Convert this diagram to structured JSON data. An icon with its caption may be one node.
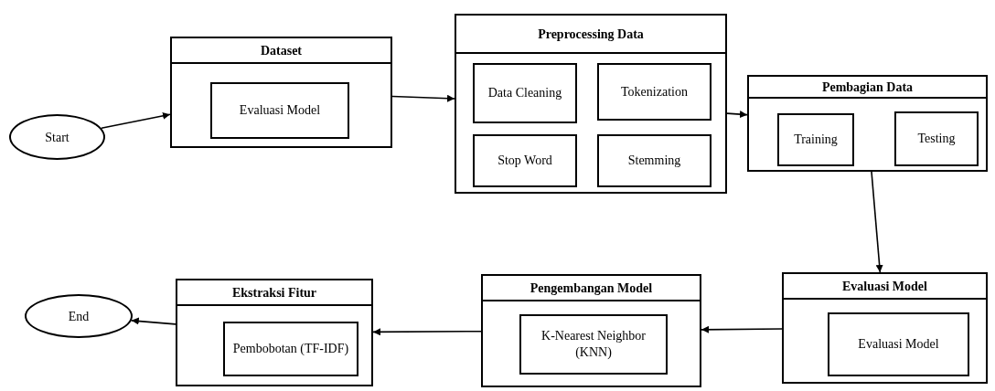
{
  "diagram": {
    "nodes": [
      {
        "text": [
          "Start"
        ]
      },
      {
        "text": [
          "Dataset"
        ]
      },
      {
        "text": [
          "Evaluasi Model"
        ],
        "in": 1
      },
      {
        "text": [
          "Preprocessing Data"
        ]
      },
      {
        "text": [
          "Data Cleaning"
        ],
        "in": 3
      },
      {
        "text": [
          "Tokenization"
        ],
        "in": 3
      },
      {
        "text": [
          "Stop Word"
        ],
        "in": 3
      },
      {
        "text": [
          "Stemming"
        ],
        "in": 3
      },
      {
        "text": [
          "Pembagian Data"
        ]
      },
      {
        "text": [
          "Training"
        ],
        "in": 8
      },
      {
        "text": [
          "Testing"
        ],
        "in": 8
      },
      {
        "text": [
          "Evaluasi Model"
        ]
      },
      {
        "text": [
          "Evaluasi Model"
        ],
        "in": 11
      },
      {
        "text": [
          "Pengembangan Model"
        ]
      },
      {
        "text": [
          "K-Nearest Neighbor (KNN)"
        ],
        "in": 13
      },
      {
        "text": [
          "Ekstraksi Fitur"
        ]
      },
      {
        "text": [
          "Pembobotan (TF-IDF)"
        ],
        "in": 15
      },
      {
        "text": [
          "End"
        ]
      }
    ],
    "edges": [
      {
        "from": 0,
        "to": 1,
        "arrow": "to"
      },
      {
        "from": 1,
        "to": 3,
        "arrow": "to"
      },
      {
        "from": 3,
        "to": 8,
        "arrow": "to"
      },
      {
        "from": 8,
        "to": 11,
        "arrow": "to"
      },
      {
        "from": 11,
        "to": 13,
        "arrow": "to"
      },
      {
        "from": 13,
        "to": 15,
        "arrow": "to"
      },
      {
        "from": 15,
        "to": 17,
        "arrow": "to"
      }
    ]
  }
}
